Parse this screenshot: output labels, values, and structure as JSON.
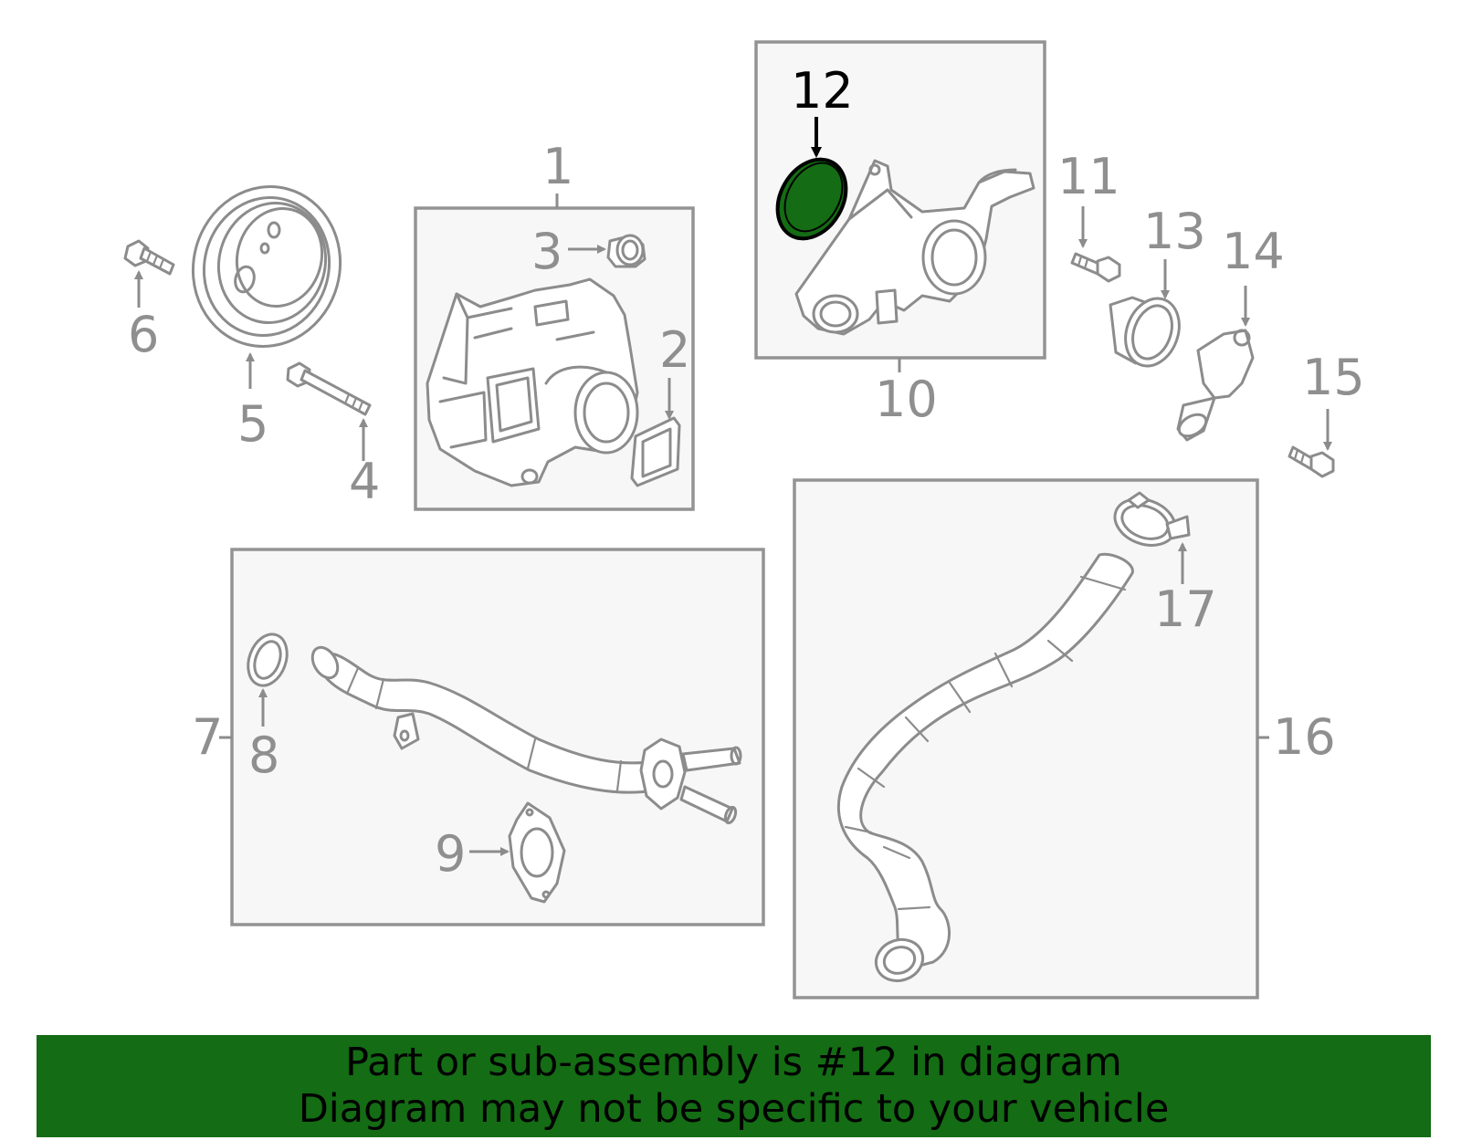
{
  "colors": {
    "banner": "#146c14",
    "highlight_part": "#146c14",
    "line_art": "#8c8c8c",
    "box_fill": "#f7f7f7"
  },
  "callouts": {
    "c1": "1",
    "c2": "2",
    "c3": "3",
    "c4": "4",
    "c5": "5",
    "c6": "6",
    "c7": "7",
    "c8": "8",
    "c9": "9",
    "c10": "10",
    "c11": "11",
    "c12": "12",
    "c13": "13",
    "c14": "14",
    "c15": "15",
    "c16": "16",
    "c17": "17"
  },
  "highlighted_part": "12",
  "banner": {
    "line1": "Part or sub-assembly is #12 in diagram",
    "line2": "Diagram may not be specific to your vehicle"
  }
}
